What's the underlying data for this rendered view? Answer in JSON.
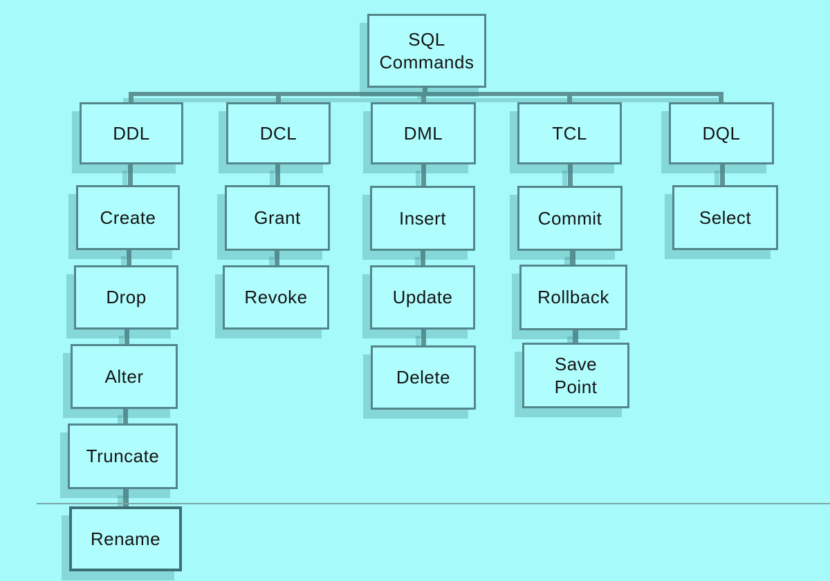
{
  "colors": {
    "background": "#a6fafa",
    "box_fill": "#b0fdfd",
    "box_border": "#53868a",
    "rename_border": "#3c7074",
    "connector": "#5e9396",
    "divider_line": "#79a6a8",
    "shadow": "rgba(60,135,140,0.30)",
    "text": "#141414"
  },
  "diagram": {
    "root": {
      "label": "SQL\nCommands"
    },
    "columns": [
      {
        "category": {
          "label": "DDL"
        },
        "children": [
          {
            "label": "Create"
          },
          {
            "label": "Drop"
          },
          {
            "label": "Alter"
          },
          {
            "label": "Truncate"
          },
          {
            "label": "Rename"
          }
        ]
      },
      {
        "category": {
          "label": "DCL"
        },
        "children": [
          {
            "label": "Grant"
          },
          {
            "label": "Revoke"
          }
        ]
      },
      {
        "category": {
          "label": "DML"
        },
        "children": [
          {
            "label": "Insert"
          },
          {
            "label": "Update"
          },
          {
            "label": "Delete"
          }
        ]
      },
      {
        "category": {
          "label": "TCL"
        },
        "children": [
          {
            "label": "Commit"
          },
          {
            "label": "Rollback"
          },
          {
            "label": "Save\nPoint"
          }
        ]
      },
      {
        "category": {
          "label": "DQL"
        },
        "children": [
          {
            "label": "Select"
          }
        ]
      }
    ]
  }
}
